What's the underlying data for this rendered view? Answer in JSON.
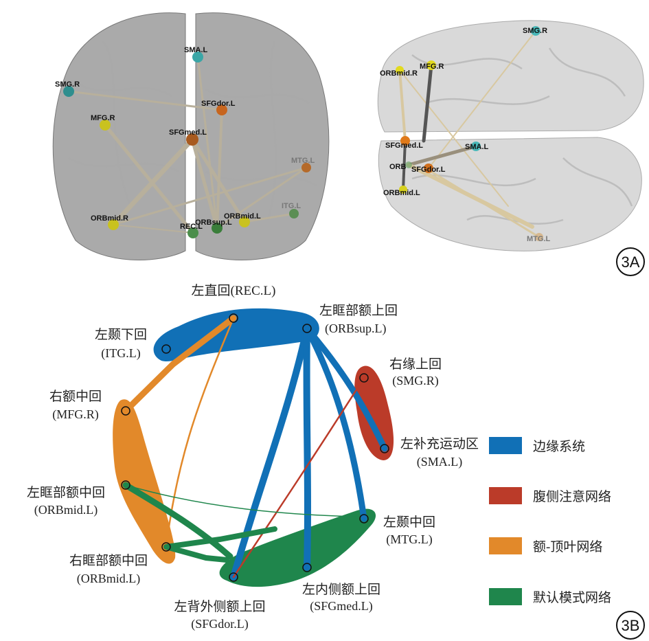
{
  "panel_a": {
    "label": "3A",
    "coronal_view": {
      "nodes": [
        "SMA.L",
        "SMG.R",
        "SFGdor.L",
        "MFG.R",
        "SFGmed.L",
        "MTG.L",
        "ITG.L",
        "ORBmid.R",
        "REC.L",
        "ORBsup.L",
        "ORBmid.L"
      ]
    },
    "axial_view": {
      "nodes": [
        "SMG.R",
        "MFG.R",
        "ORBmid.R",
        "SFGmed.L",
        "SMA.L",
        "ORB",
        "SFGdor.L",
        "ORBmid.L",
        "MTG.L"
      ]
    }
  },
  "panel_b": {
    "label": "3B",
    "nodes": {
      "rec": {
        "cn": "左直回(REC.L)"
      },
      "orbsup": {
        "cn": "左眶部额上回",
        "en": "(ORBsup.L)"
      },
      "itg": {
        "cn": "左颞下回",
        "en": "(ITG.L)"
      },
      "mfg": {
        "cn": "右额中回",
        "en": "(MFG.R)"
      },
      "orbmid_l": {
        "cn": "左眶部额中回",
        "en": "(ORBmid.L)"
      },
      "orbmid_r": {
        "cn": "右眶部额中回",
        "en": "(ORBmid.L)"
      },
      "sfgdor": {
        "cn": "左背外侧额上回",
        "en": "(SFGdor.L)"
      },
      "sfgmed": {
        "cn": "左内侧额上回",
        "en": "(SFGmed.L)"
      },
      "mtg": {
        "cn": "左颞中回",
        "en": "(MTG.L)"
      },
      "smg": {
        "cn": "右缘上回",
        "en": "(SMG.R)"
      },
      "sma": {
        "cn": "左补充运动区",
        "en": "(SMA.L)"
      }
    },
    "legend": [
      {
        "label": "边缘系统",
        "color": "#1170b6"
      },
      {
        "label": "腹侧注意网络",
        "color": "#bb3b29"
      },
      {
        "label": "额-顶叶网络",
        "color": "#e2892a"
      },
      {
        "label": "默认模式网络",
        "color": "#1f864c"
      }
    ]
  }
}
